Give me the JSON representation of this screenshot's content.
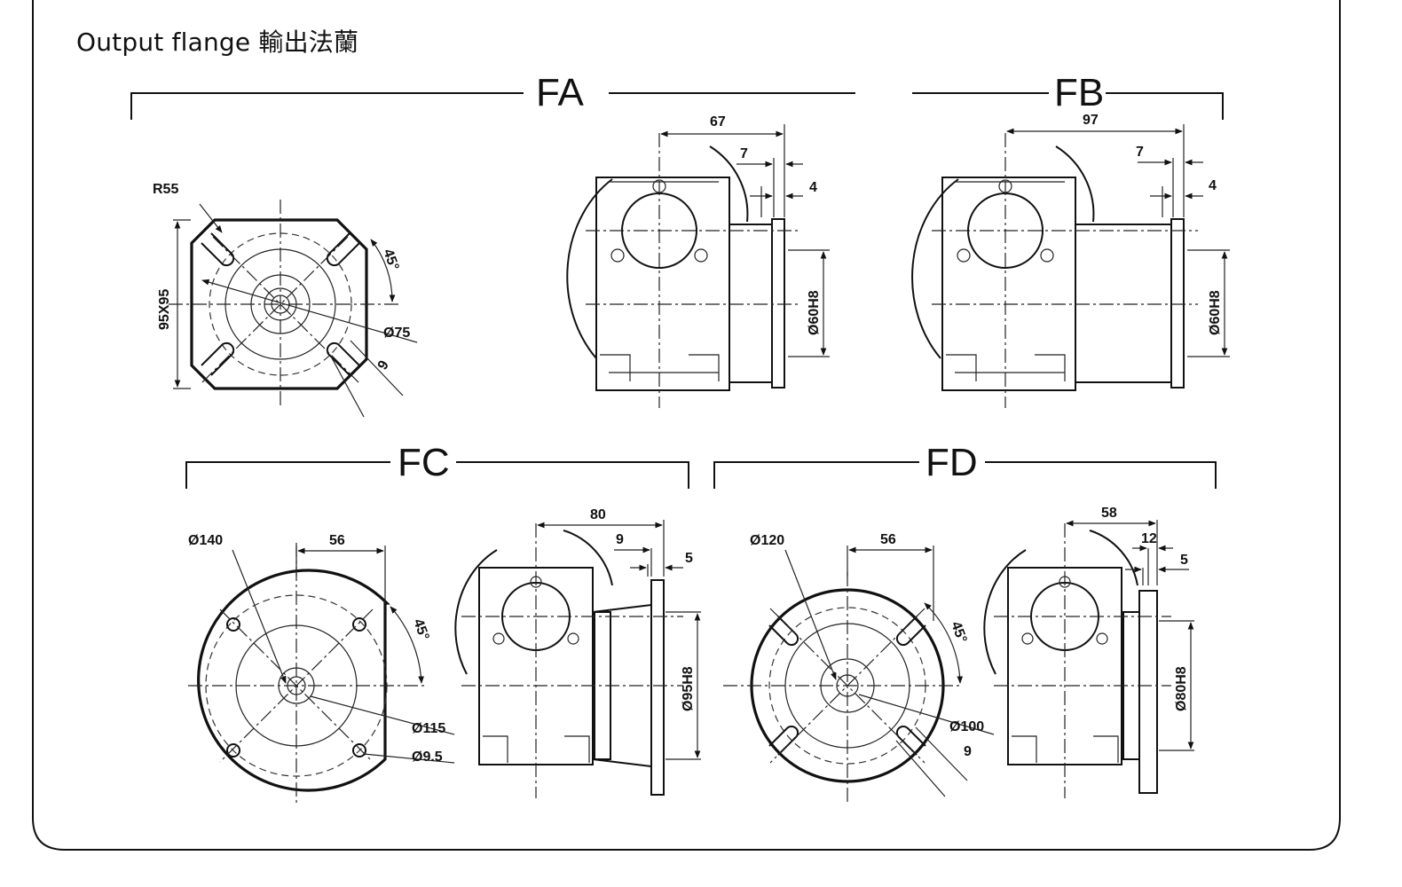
{
  "page": {
    "title": "Output flange 輸出法蘭"
  },
  "sections": {
    "fa": "FA",
    "fb": "FB",
    "fc": "FC",
    "fd": "FD"
  },
  "fa": {
    "front": {
      "radius": "R55",
      "square": "95X95",
      "angle": "45°",
      "pcd": "Ø75",
      "slot": "9"
    },
    "side": {
      "length": "67",
      "flange": "7",
      "thickness": "4",
      "spigot": "Ø60H8"
    }
  },
  "fb": {
    "side": {
      "length": "97",
      "flange": "7",
      "thickness": "4",
      "spigot": "Ø60H8"
    }
  },
  "fc": {
    "front": {
      "outer": "Ø140",
      "offset": "56",
      "angle": "45°",
      "pcd": "Ø115",
      "hole": "Ø9.5"
    },
    "side": {
      "length": "80",
      "flange": "9",
      "thickness": "5",
      "spigot": "Ø95H8"
    }
  },
  "fd": {
    "front": {
      "outer": "Ø120",
      "offset": "56",
      "angle": "45°",
      "pcd": "Ø100",
      "slot": "9"
    },
    "side": {
      "length": "58",
      "flange": "12",
      "thickness": "5",
      "spigot": "Ø80H8"
    }
  }
}
